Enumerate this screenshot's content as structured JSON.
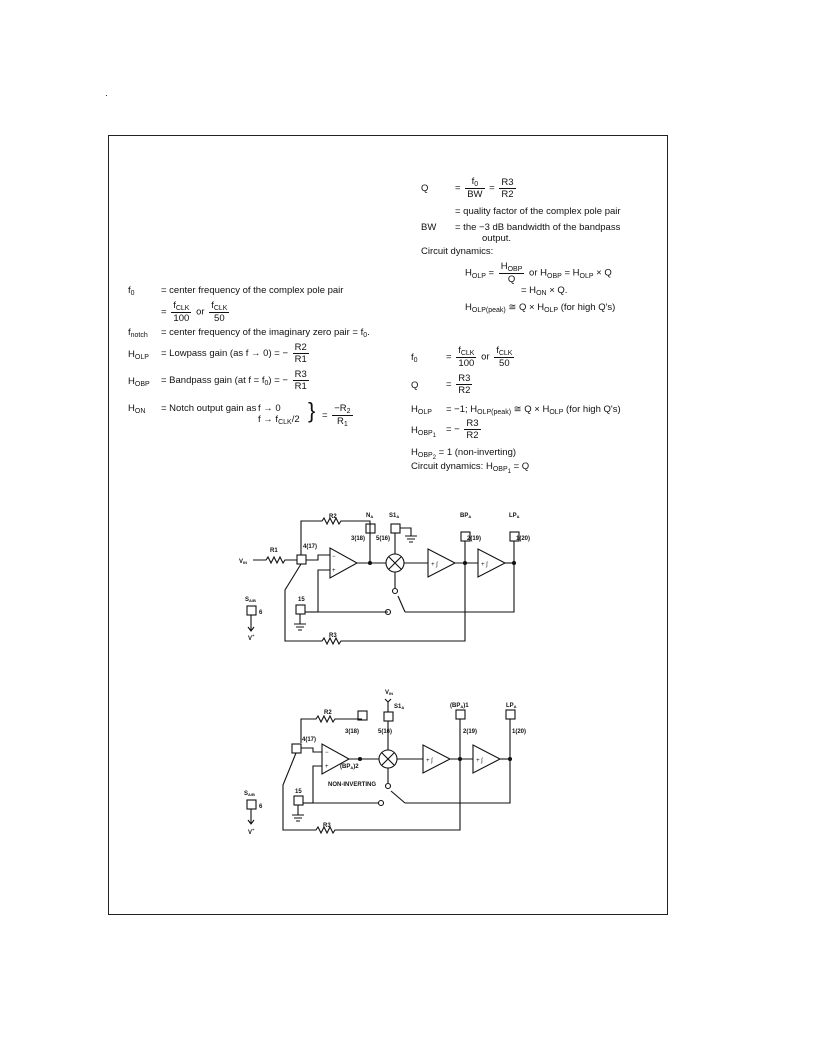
{
  "eq_left": {
    "f0_sym": "f",
    "f0_sub": "0",
    "f0_def": "= center frequency of the complex pole pair",
    "f0_eq2_eq": "=",
    "fclk": "f",
    "clk": "CLK",
    "d100": "100",
    "or1": "or",
    "d50": "50",
    "fnotch_sym": "f",
    "fnotch_sub": "notch",
    "fnotch_def": "= center frequency of the imaginary zero pair = f",
    "fnotch_def_sub": "0",
    "fnotch_def_end": ".",
    "holp_sym": "H",
    "holp_sub": "OLP",
    "holp_def": "= Lowpass gain (as f → 0) = −",
    "r2": "R2",
    "r1": "R1",
    "hobp_sym": "H",
    "hobp_sub": "OBP",
    "hobp_def": "= Bandpass gain (at f = f",
    "hobp_def_sub": "0",
    "hobp_def_end": ") = −",
    "r3": "R3",
    "r1b": "R1",
    "hon_sym": "H",
    "hon_sub": "ON",
    "hon_def": "= Notch output gain as",
    "hon_f1": "f → 0",
    "hon_f2": "f → f",
    "hon_f2_sub": "CLK",
    "hon_f2_end": "/2",
    "hon_brace": "}",
    "hon_eq": "=",
    "hon_num": "−R",
    "hon_num_sub": "2",
    "hon_den": "R",
    "hon_den_sub": "1"
  },
  "eq_right_top": {
    "q_sym": "Q",
    "q_eq": "=",
    "q_n1": "f",
    "q_n1_sub": "0",
    "q_d1": "BW",
    "q_eq2": "=",
    "q_n2": "R3",
    "q_d2": "R2",
    "q_def": "= quality factor of the complex pole pair",
    "bw_sym": "BW",
    "bw_def1": "= the −3 dB bandwidth of the bandpass",
    "bw_def2": "output.",
    "dyn": "Circuit dynamics:",
    "d1_a": "H",
    "d1_a_sub": "OLP",
    "d1_eq": "=",
    "d1_n": "H",
    "d1_n_sub": "OBP",
    "d1_d": "Q",
    "d1_or": "or H",
    "d1_or_sub": "OBP",
    "d1_rest": "= H",
    "d1_rest_sub": "OLP",
    "d1_end": "× Q",
    "d2": "= H",
    "d2_sub": "ON",
    "d2_end": "× Q.",
    "d3_a": "H",
    "d3_a_sub": "OLP(peak)",
    "d3_mid": "≅ Q × H",
    "d3_mid_sub": "OLP",
    "d3_end": "(for high Q's)"
  },
  "eq_right_mid": {
    "f0_sym": "f",
    "f0_sub": "0",
    "f0_eq": "=",
    "fclk": "f",
    "clk": "CLK",
    "d100": "100",
    "or1": "or",
    "d50": "50",
    "q_sym": "Q",
    "q_eq": "=",
    "q_n": "R3",
    "q_d": "R2",
    "holp_sym": "H",
    "holp_sub": "OLP",
    "holp_def": "= −1; H",
    "holp_def_sub": "OLP(peak)",
    "holp_def_mid": "≅ Q × H",
    "holp_def_sub2": "OLP",
    "holp_def_end": "(for high Q's)",
    "hobp1_sym": "H",
    "hobp1_sub": "OBP",
    "hobp1_subsub": "1",
    "hobp1_eq": "= −",
    "hobp1_n": "R3",
    "hobp1_d": "R2",
    "hobp2_sym": "H",
    "hobp2_sub": "OBP",
    "hobp2_subsub": "2",
    "hobp2_def": "= 1 (non-inverting)",
    "dyn": "Circuit dynamics: H",
    "dyn_sub": "OBP",
    "dyn_subsub": "1",
    "dyn_end": "= Q"
  },
  "circuit1": {
    "vin": "V",
    "vin_sub": "IN",
    "r1": "R1",
    "r2": "R2",
    "r3": "R3",
    "na": "N",
    "na_sub": "A",
    "s1a": "S1",
    "s1a_sub": "A",
    "bpa": "BP",
    "bpa_sub": "A",
    "lpa": "LP",
    "lpa_sub": "A",
    "p418": "4(17)",
    "p318": "3(18)",
    "p516": "5(16)",
    "p219": "2(19)",
    "p120": "1(20)",
    "p15": "15",
    "sab": "S",
    "sab_sub": "A/B",
    "p6": "6",
    "vplus": "V",
    "vplus_sup": "+",
    "minus": "−",
    "plus": "+",
    "int1": "+ ∫",
    "int2": "+ ∫"
  },
  "circuit2": {
    "vin": "V",
    "vin_sub": "IN",
    "r2": "R2",
    "r3": "R3",
    "s1a": "S1",
    "s1a_sub": "A",
    "bpa1": "(BP",
    "bpa1_sub": "A",
    "bpa1_end": ")1",
    "lpa": "LP",
    "lpa_sub": "A",
    "p418": "4(17)",
    "p318": "3(18)",
    "p516": "5(16)",
    "p219": "2(19)",
    "p120": "1(20)",
    "bpa2": "(BP",
    "bpa2_sub": "A",
    "bpa2_end": ")2",
    "noninv": "NON-INVERTING",
    "p15": "15",
    "sab": "S",
    "sab_sub": "A/B",
    "p6": "6",
    "vplus": "V",
    "vplus_sup": "+",
    "minus": "−",
    "plus": "+",
    "int1": "+ ∫",
    "int2": "+ ∫"
  }
}
